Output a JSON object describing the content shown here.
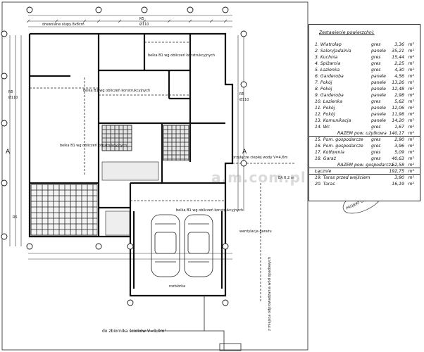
{
  "legend": {
    "title": "Zestawienie powierzchni:",
    "unit": "m²",
    "rows": [
      {
        "no": "1.",
        "name": "Wiatrołap",
        "mat": "gres",
        "val": "3,36"
      },
      {
        "no": "2.",
        "name": "Salon/Jadalnia",
        "mat": "panele",
        "val": "35,21"
      },
      {
        "no": "3.",
        "name": "Kuchnia",
        "mat": "gres",
        "val": "15,44"
      },
      {
        "no": "4.",
        "name": "Spiżarnia",
        "mat": "gres",
        "val": "2,25"
      },
      {
        "no": "5.",
        "name": "Łazienka",
        "mat": "gres",
        "val": "4,30"
      },
      {
        "no": "6.",
        "name": "Garderoba",
        "mat": "panele",
        "val": "4,56"
      },
      {
        "no": "7.",
        "name": "Pokój",
        "mat": "panele",
        "val": "13,26"
      },
      {
        "no": "8.",
        "name": "Pokój",
        "mat": "panele",
        "val": "12,48"
      },
      {
        "no": "9.",
        "name": "Garderoba",
        "mat": "panele",
        "val": "2,98"
      },
      {
        "no": "10.",
        "name": "Łazienka",
        "mat": "gres",
        "val": "5,62"
      },
      {
        "no": "11.",
        "name": "Pokój",
        "mat": "panele",
        "val": "12,06"
      },
      {
        "no": "12.",
        "name": "Pokój",
        "mat": "panele",
        "val": "11,98"
      },
      {
        "no": "13.",
        "name": "Komunikacja",
        "mat": "panele",
        "val": "14,20"
      },
      {
        "no": "14.",
        "name": "Wc",
        "mat": "gres",
        "val": "1,67"
      }
    ],
    "total_usable": {
      "label": "RAZEM pow. użytkowa",
      "val": "140,17"
    },
    "rows2": [
      {
        "no": "15.",
        "name": "Pom. gospodarcze",
        "mat": "gres",
        "val": "2,90"
      },
      {
        "no": "16.",
        "name": "Pom. gospodarcze",
        "mat": "gres",
        "val": "3,96"
      },
      {
        "no": "17.",
        "name": "Kotłownia",
        "mat": "gres",
        "val": "5,09"
      },
      {
        "no": "18.",
        "name": "Garaż",
        "mat": "gres",
        "val": "40,63"
      }
    ],
    "total_utility": {
      "label": "RAZEM pow. gospodarcza",
      "val": "52,58"
    },
    "grand_total": {
      "label": "Łącznie",
      "val": "192,75"
    },
    "rows3": [
      {
        "no": "19.",
        "name": "Taras przed wejściem",
        "mat": "",
        "val": "3,90"
      },
      {
        "no": "20.",
        "name": "Taras",
        "mat": "",
        "val": "16,19"
      }
    ]
  },
  "plan": {
    "label_columns": "drewniane słupy 8x8cm",
    "label_beam1": "belka B1 wg obliczeń konstrukcyjnych",
    "label_beam2": "belka B1 wg obliczeń konstrukcyjnych",
    "label_beam3": "belka B1 wg obliczeń konstrukcyjnych",
    "label_beam4": "belka B1 wg obliczeń konstrukcyjnych",
    "label_water": "przyłącze ciepłej wody V=4,6m",
    "label_ventilation": "wentylacja garażu",
    "label_pipe": "do zbiornika ścieków V=9,0m³",
    "label_pipe2": "z miejsca odprowadzania wód opadowych",
    "label_garage_floor": "rozbiórka",
    "label_EA": "EA 6.2 m",
    "marker_A": "A",
    "section_R5": "R5",
    "section_110": "Ø110"
  },
  "watermark": "a.m.com.pl",
  "stamp": "PROJEKT ORYGINALNY"
}
